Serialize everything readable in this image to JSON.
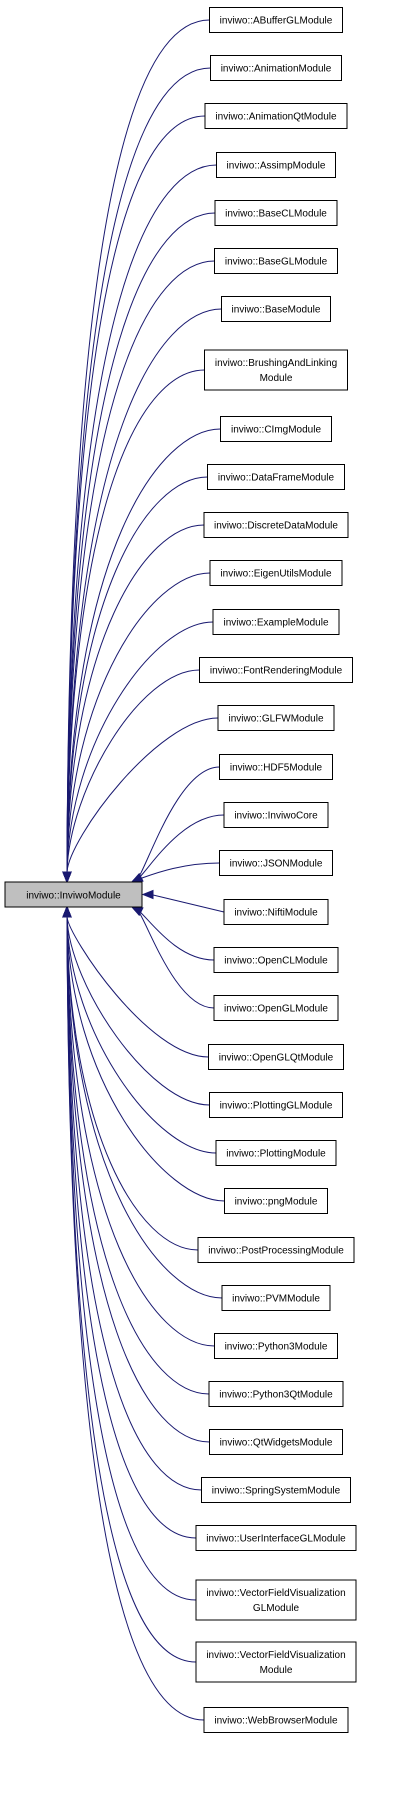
{
  "base": {
    "name": "inviwo::InviwoModule"
  },
  "colors": {
    "edge": "#191970",
    "base_fill": "#bfbfbf",
    "node_fill": "#ffffff",
    "border": "#000000"
  },
  "nodes": [
    {
      "lines": [
        "inviwo::ABufferGLModule"
      ]
    },
    {
      "lines": [
        "inviwo::AnimationModule"
      ]
    },
    {
      "lines": [
        "inviwo::AnimationQtModule"
      ]
    },
    {
      "lines": [
        "inviwo::AssimpModule"
      ]
    },
    {
      "lines": [
        "inviwo::BaseCLModule"
      ]
    },
    {
      "lines": [
        "inviwo::BaseGLModule"
      ]
    },
    {
      "lines": [
        "inviwo::BaseModule"
      ]
    },
    {
      "lines": [
        "inviwo::BrushingAndLinking",
        "Module"
      ]
    },
    {
      "lines": [
        "inviwo::CImgModule"
      ]
    },
    {
      "lines": [
        "inviwo::DataFrameModule"
      ]
    },
    {
      "lines": [
        "inviwo::DiscreteDataModule"
      ]
    },
    {
      "lines": [
        "inviwo::EigenUtilsModule"
      ]
    },
    {
      "lines": [
        "inviwo::ExampleModule"
      ]
    },
    {
      "lines": [
        "inviwo::FontRenderingModule"
      ]
    },
    {
      "lines": [
        "inviwo::GLFWModule"
      ]
    },
    {
      "lines": [
        "inviwo::HDF5Module"
      ]
    },
    {
      "lines": [
        "inviwo::InviwoCore"
      ]
    },
    {
      "lines": [
        "inviwo::JSONModule"
      ]
    },
    {
      "lines": [
        "inviwo::NiftiModule"
      ]
    },
    {
      "lines": [
        "inviwo::OpenCLModule"
      ]
    },
    {
      "lines": [
        "inviwo::OpenGLModule"
      ]
    },
    {
      "lines": [
        "inviwo::OpenGLQtModule"
      ]
    },
    {
      "lines": [
        "inviwo::PlottingGLModule"
      ]
    },
    {
      "lines": [
        "inviwo::PlottingModule"
      ]
    },
    {
      "lines": [
        "inviwo::pngModule"
      ]
    },
    {
      "lines": [
        "inviwo::PostProcessingModule"
      ]
    },
    {
      "lines": [
        "inviwo::PVMModule"
      ]
    },
    {
      "lines": [
        "inviwo::Python3Module"
      ]
    },
    {
      "lines": [
        "inviwo::Python3QtModule"
      ]
    },
    {
      "lines": [
        "inviwo::QtWidgetsModule"
      ]
    },
    {
      "lines": [
        "inviwo::SpringSystemModule"
      ]
    },
    {
      "lines": [
        "inviwo::UserInterfaceGLModule"
      ]
    },
    {
      "lines": [
        "inviwo::VectorFieldVisualization",
        "GLModule"
      ]
    },
    {
      "lines": [
        "inviwo::VectorFieldVisualization",
        "Module"
      ]
    },
    {
      "lines": [
        "inviwo::WebBrowserModule"
      ]
    }
  ]
}
